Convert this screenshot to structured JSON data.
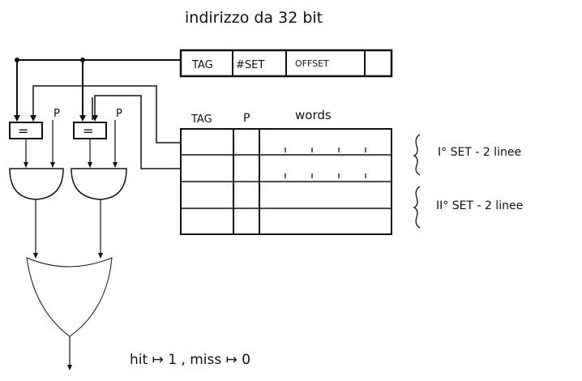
{
  "title": "indirizzo da 32 bit",
  "address_fields": [
    "TAG",
    "#SET",
    "OFFSET",
    ""
  ],
  "cache_headers": {
    "tag": "TAG",
    "p": "P",
    "words": "words"
  },
  "comparator_symbols": [
    "=",
    "="
  ],
  "p_labels": [
    "P",
    "P"
  ],
  "set_labels": [
    "I° SET - 2 linee",
    "II° SET - 2 linee"
  ],
  "result_text": "hit ↦ 1 , miss ↦ 0"
}
